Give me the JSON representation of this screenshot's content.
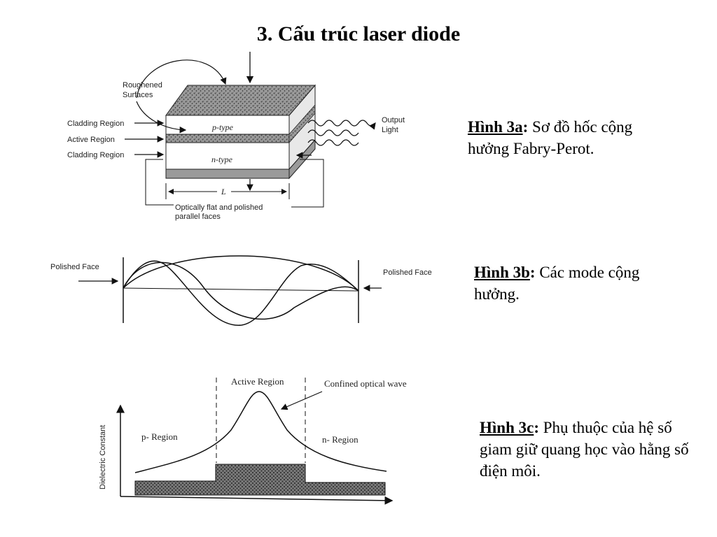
{
  "slide": {
    "title": "3. Cấu trúc laser diode"
  },
  "figures": {
    "fig3a": {
      "caption_label": "Hình 3a",
      "caption_colon": ":",
      "caption_text": " Sơ đồ hốc cộng hưởng Fabry-Perot.",
      "labels": {
        "roughened_1": "Roughened",
        "roughened_2": "Surfaces",
        "cladding_top": "Cladding Region",
        "active": "Active Region",
        "cladding_bottom": "Cladding Region",
        "p_type": "p-type",
        "n_type": "n-type",
        "length": "L",
        "output_1": "Output",
        "output_2": "Light",
        "flat_1": "Optically flat and polished",
        "flat_2": "parallel faces"
      }
    },
    "fig3b": {
      "caption_label": "Hình 3b",
      "caption_colon": ":",
      "caption_text": " Các mode cộng hưởng.",
      "labels": {
        "polished_left": "Polished Face",
        "polished_right": "Polished Face"
      }
    },
    "fig3c": {
      "caption_label": "Hình 3c",
      "caption_colon": ":",
      "caption_text": " Phụ thuộc của hệ số giam giữ quang học vào hằng số điện môi.",
      "labels": {
        "active_region": "Active Region",
        "confined_wave": "Confined optical wave",
        "p_region": "p- Region",
        "n_region": "n- Region",
        "y_axis": "Dielectric Constant"
      }
    }
  }
}
